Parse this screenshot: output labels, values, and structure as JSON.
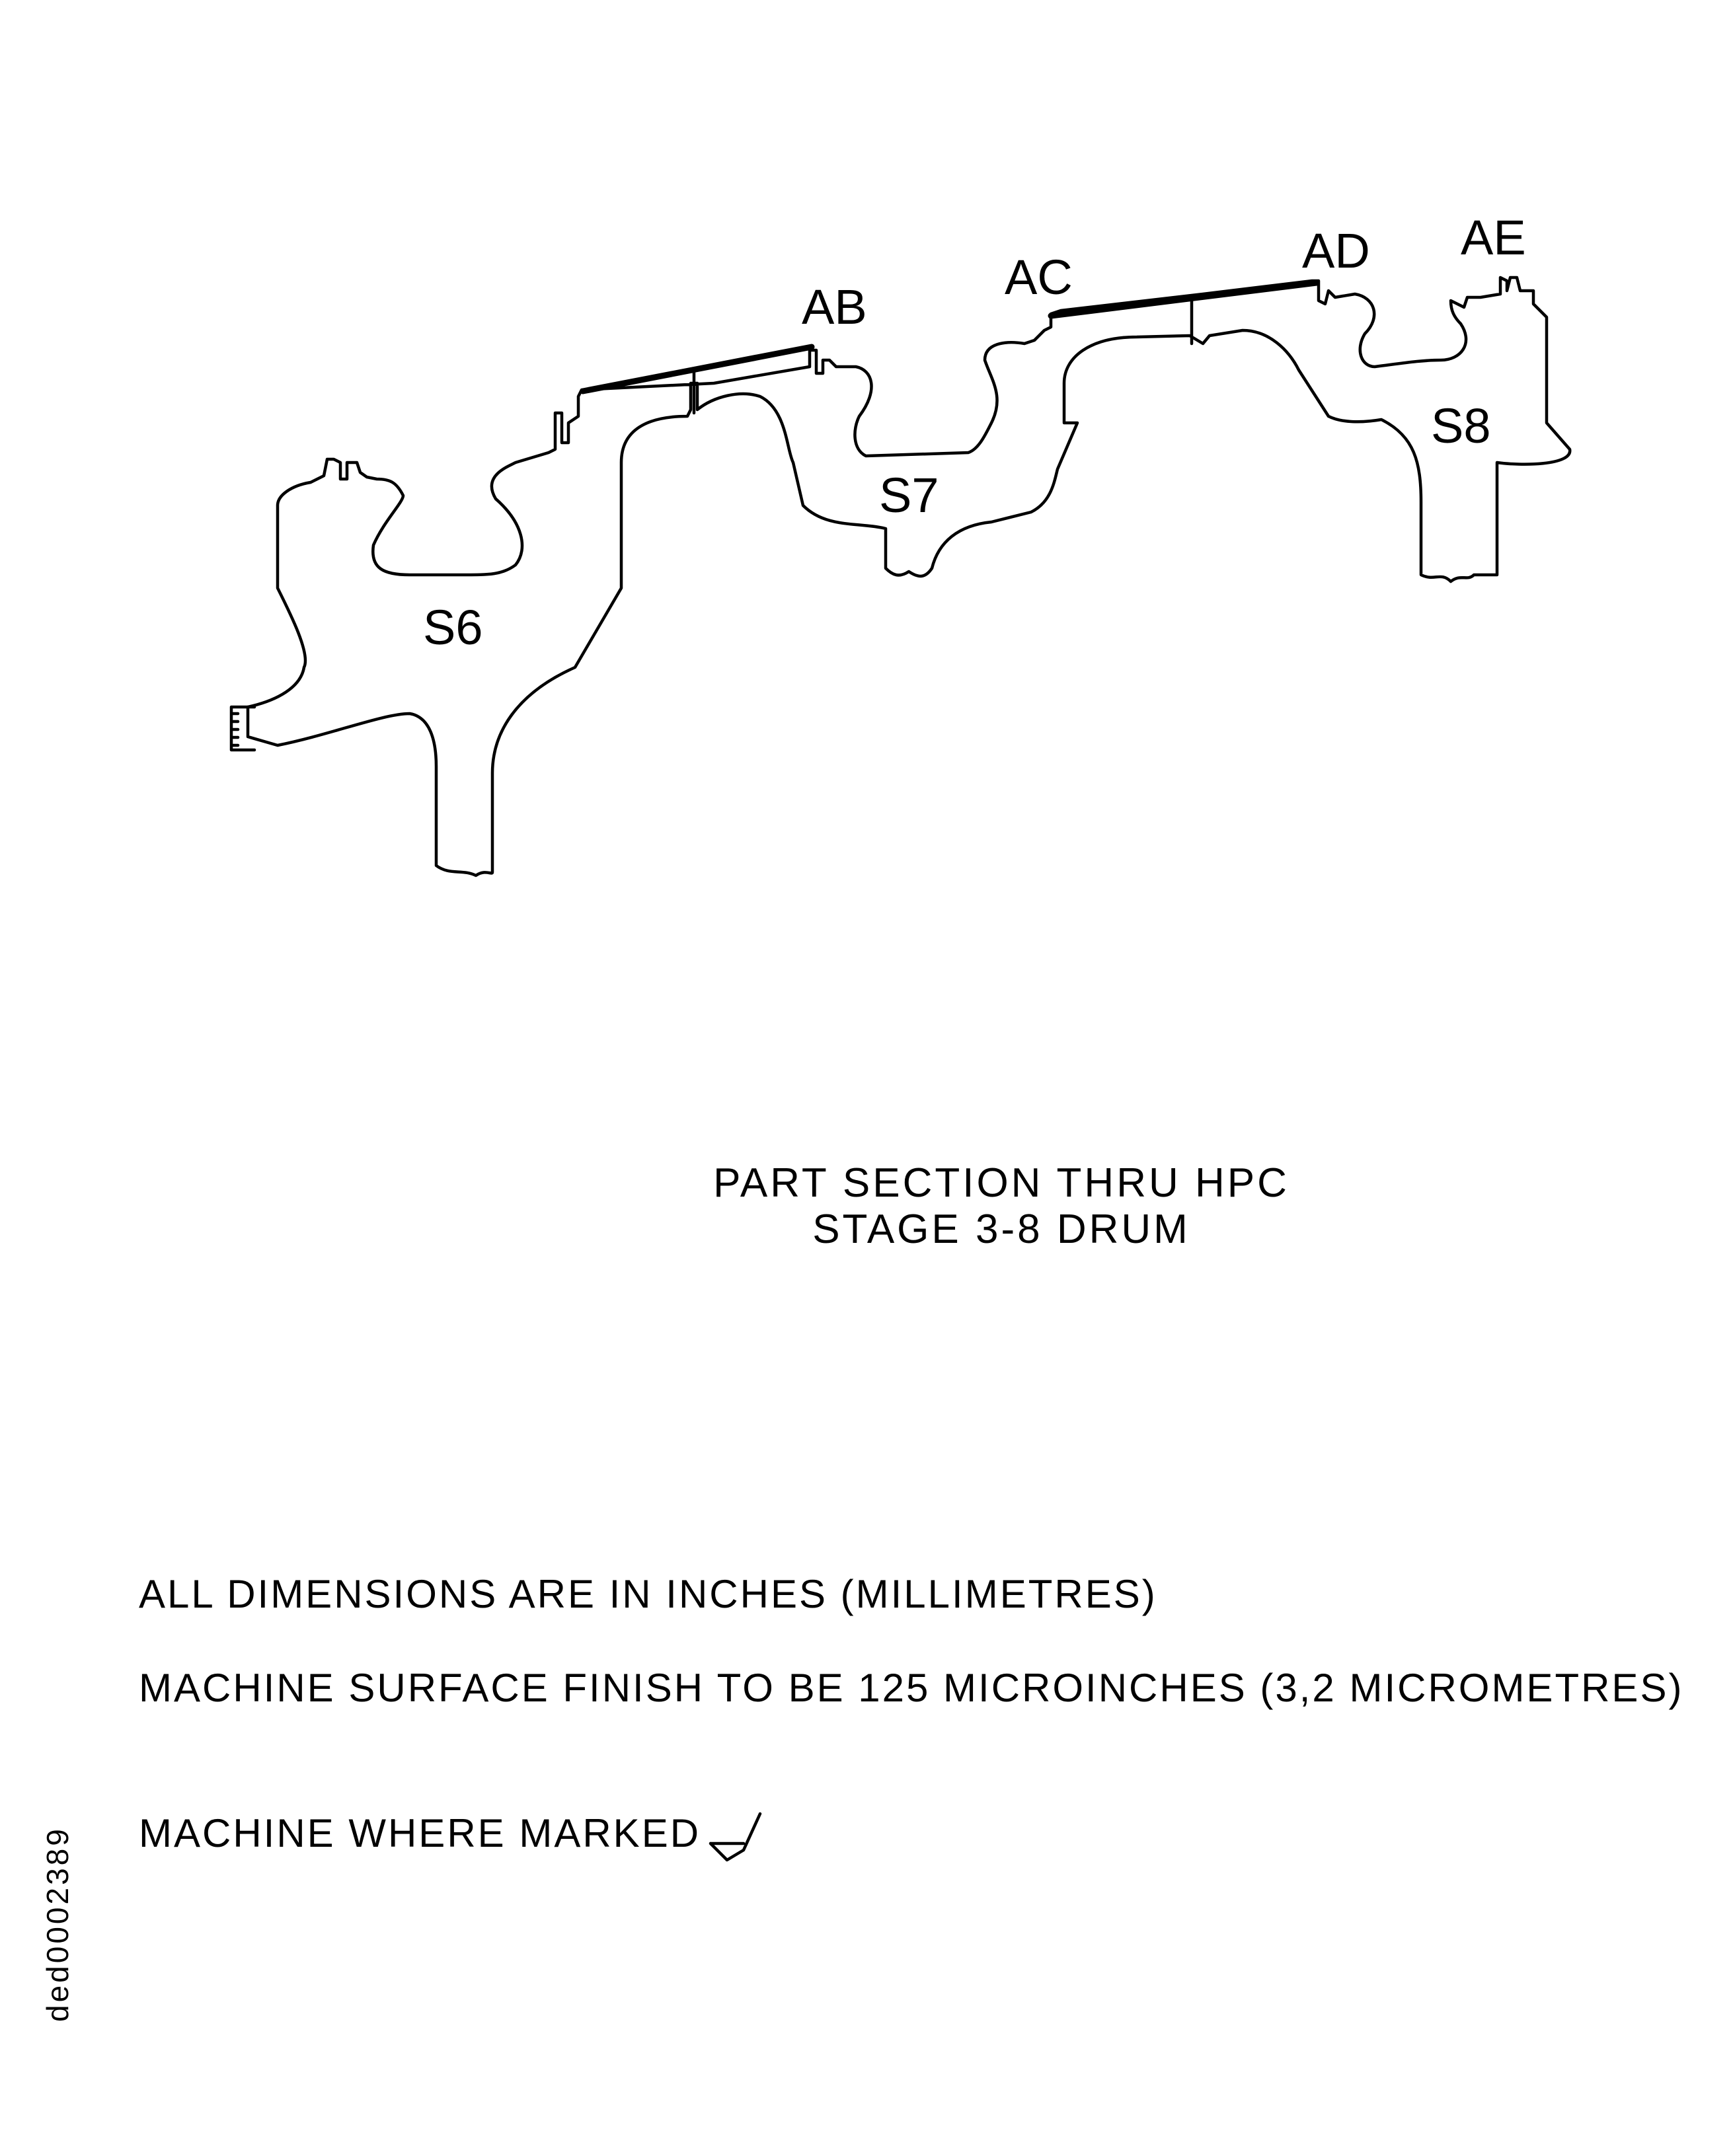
{
  "diagram": {
    "labels": {
      "s6": "S6",
      "s7": "S7",
      "s8": "S8",
      "ab": "AB",
      "ac": "AC",
      "ad": "AD",
      "ae": "AE"
    },
    "title_line1": "PART SECTION THRU HPC",
    "title_line2": "STAGE 3-8 DRUM"
  },
  "notes": {
    "dimensions": "ALL DIMENSIONS ARE IN INCHES (MILLIMETRES)",
    "finish": "MACHINE SURFACE FINISH TO BE 125 MICROINCHES (3,2 MICROMETRES)",
    "marked": "MACHINE WHERE MARKED"
  },
  "doc_id": "ded0002389"
}
